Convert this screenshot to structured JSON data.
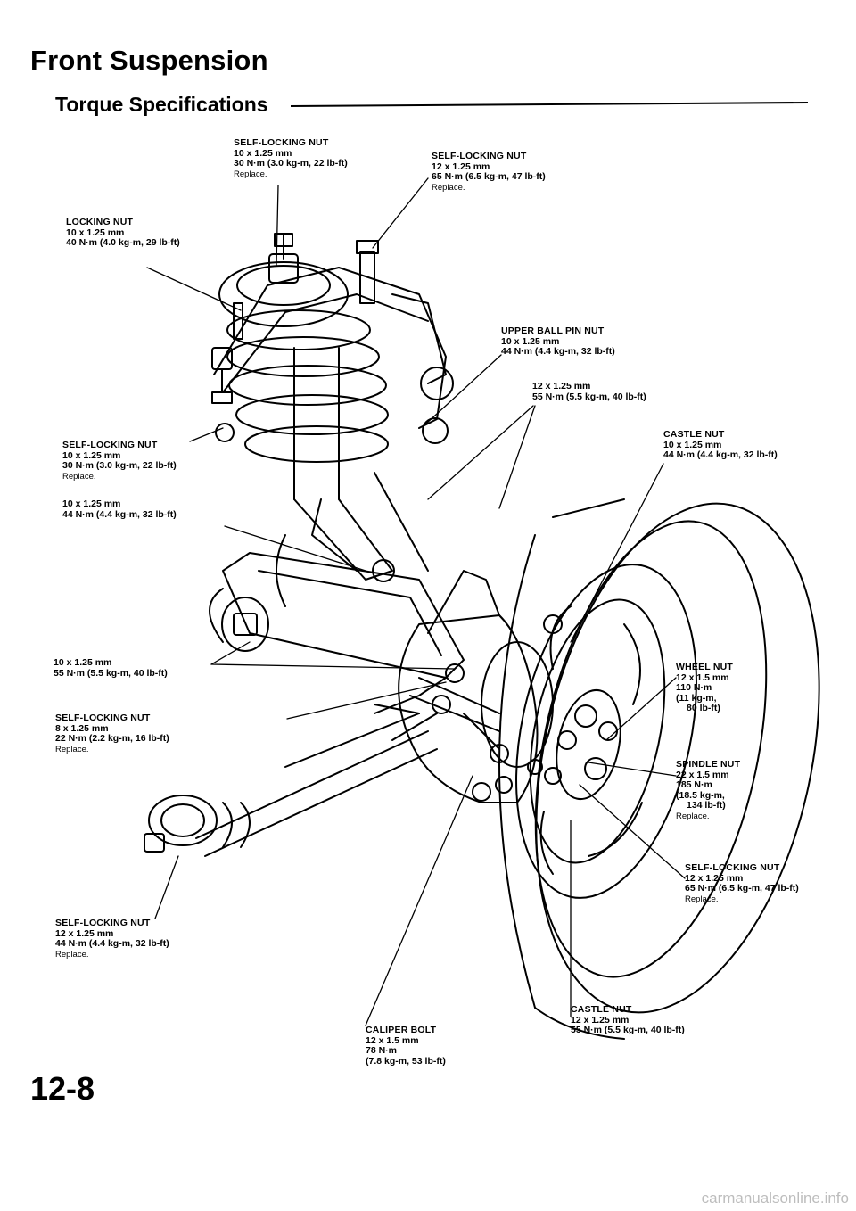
{
  "header": {
    "title": "Front Suspension",
    "subtitle": "Torque Specifications"
  },
  "callouts": {
    "top_center": {
      "name": "SELF-LOCKING NUT",
      "size": "10 x 1.25 mm",
      "torque": "30 N·m (3.0 kg-m, 22 lb-ft)",
      "note": "Replace."
    },
    "top_right": {
      "name": "SELF-LOCKING NUT",
      "size": "12 x 1.25 mm",
      "torque": "65 N·m (6.5 kg-m, 47 lb-ft)",
      "note": "Replace."
    },
    "locking_nut": {
      "name": "LOCKING NUT",
      "size": "10 x 1.25 mm",
      "torque": "40 N·m (4.0 kg-m, 29 lb-ft)"
    },
    "upper_ball_pin": {
      "name": "UPPER BALL PIN NUT",
      "size": "10 x 1.25 mm",
      "torque": "44 N·m (4.4 kg-m, 32 lb-ft)"
    },
    "right_55": {
      "size": "12 x 1.25 mm",
      "torque": "55 N·m (5.5 kg-m, 40 lb-ft)"
    },
    "castle_upper": {
      "name": "CASTLE NUT",
      "size": "10 x 1.25 mm",
      "torque": "44 N·m (4.4 kg-m, 32 lb-ft)"
    },
    "left_self_locking": {
      "name": "SELF-LOCKING NUT",
      "size": "10 x 1.25 mm",
      "torque": "30 N·m (3.0 kg-m, 22 lb-ft)",
      "note": "Replace."
    },
    "left_44": {
      "size": "10 x 1.25 mm",
      "torque": "44 N·m (4.4 kg-m, 32 lb-ft)"
    },
    "left_55": {
      "size": "10 x 1.25 mm",
      "torque": "55 N·m (5.5 kg-m, 40 lb-ft)"
    },
    "left_self_locking_8": {
      "name": "SELF-LOCKING NUT",
      "size": "8 x 1.25 mm",
      "torque": "22 N·m (2.2 kg-m, 16 lb-ft)",
      "note": "Replace."
    },
    "wheel_nut": {
      "name": "WHEEL NUT",
      "size": "12 x 1.5 mm",
      "torque1": "110 N·m",
      "torque2": "(11 kg-m,",
      "torque3": "80 lb-ft)"
    },
    "spindle_nut": {
      "name": "SPINDLE NUT",
      "size": "22 x 1.5 mm",
      "torque1": "185 N·m",
      "torque2": "(18.5 kg-m,",
      "torque3": "134 lb-ft)",
      "note": "Replace."
    },
    "right_self_locking_lower": {
      "name": "SELF-LOCKING NUT",
      "size": "12 x 1.25 mm",
      "torque": "65 N·m (6.5 kg-m, 47 lb-ft)",
      "note": "Replace."
    },
    "left_self_locking_lower": {
      "name": "SELF-LOCKING NUT",
      "size": "12 x 1.25 mm",
      "torque": "44 N·m (4.4 kg-m, 32 lb-ft)",
      "note": "Replace."
    },
    "caliper_bolt": {
      "name": "CALIPER BOLT",
      "size": "12 x 1.5 mm",
      "torque1": "78 N·m",
      "torque2": "(7.8 kg-m, 53 lb-ft)"
    },
    "castle_lower": {
      "name": "CASTLE NUT",
      "size": "12 x 1.25 mm",
      "torque": "55 N·m (5.5 kg-m, 40 lb-ft)"
    }
  },
  "footer": {
    "page_number": "12-8",
    "watermark": "carmanualsonline.info"
  }
}
